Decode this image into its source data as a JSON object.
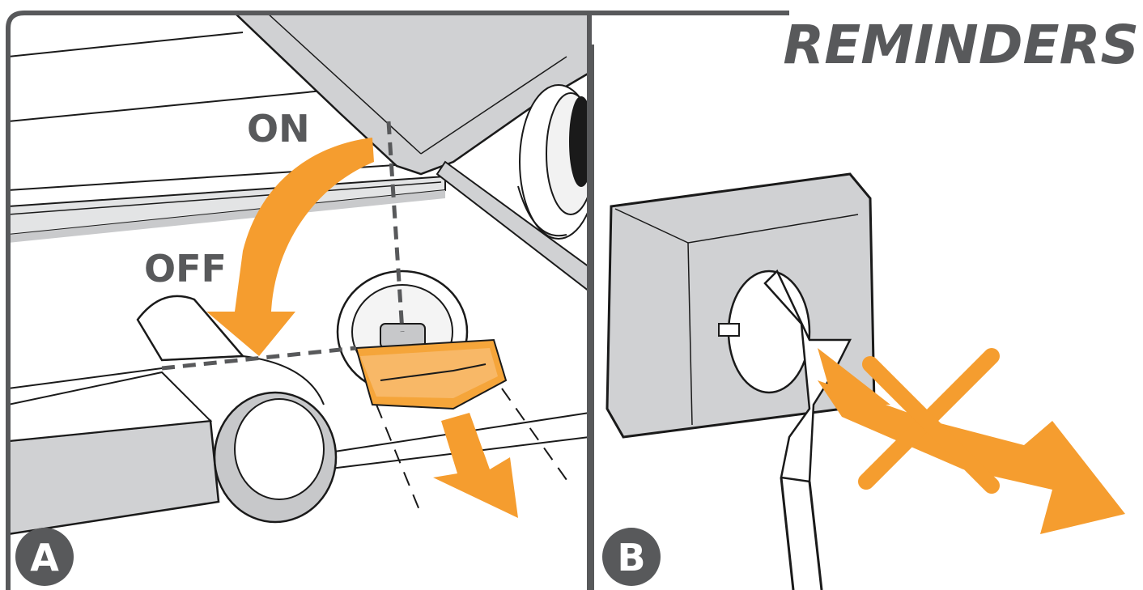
{
  "title": "REMINDERS",
  "panel_a": {
    "badge": "A",
    "on_label": "ON",
    "off_label": "OFF"
  },
  "panel_b": {
    "badge": "B"
  },
  "colors": {
    "accent_orange": "#f59d2f",
    "key_orange": "#f5a53a",
    "panel_frame": "#58595b",
    "machine_gray": "#d0d1d3",
    "outline": "#1a1a1a",
    "badge_fill": "#58595b"
  }
}
